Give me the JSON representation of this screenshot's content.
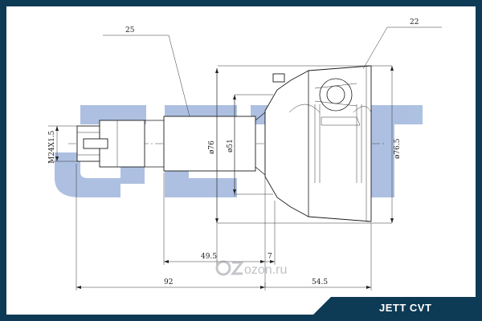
{
  "colors": {
    "frame": "#0d3a55",
    "logo_blue": "#9fb6dc",
    "corner_badge": "#0d3a55"
  },
  "brand_logo_text": "JETT",
  "badge": {
    "label": "JETT CVT"
  },
  "watermark": {
    "text": "ozon.ru",
    "icon": "oz-watermark-icon"
  },
  "callouts": {
    "left": "25",
    "right": "22"
  },
  "dimensions": {
    "thread": "M24X1.5",
    "dia_76": "ø76",
    "dia_51": "ø51",
    "dia_76_5": "ø76.5",
    "len_49_5": "49.5",
    "len_7": "7",
    "len_92": "92",
    "len_54_5": "54.5"
  }
}
